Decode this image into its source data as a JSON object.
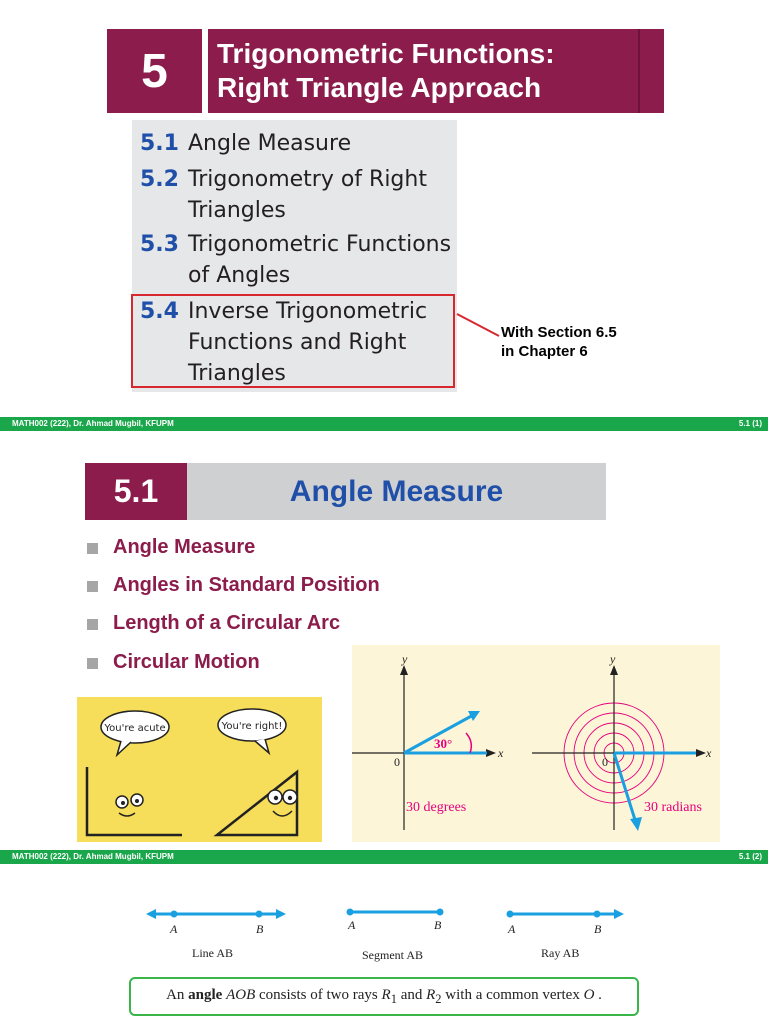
{
  "slide1": {
    "chapter_number": "5",
    "title_line1": "Trigonometric Functions:",
    "title_line2": "Right Triangle Approach",
    "toc": [
      {
        "num": "5.1",
        "lines": [
          "Angle Measure"
        ]
      },
      {
        "num": "5.2",
        "lines": [
          "Trigonometry of Right",
          "Triangles"
        ]
      },
      {
        "num": "5.3",
        "lines": [
          "Trigonometric Functions",
          "of Angles"
        ]
      },
      {
        "num": "5.4",
        "lines": [
          "Inverse Trigonometric",
          "Functions and Right",
          "Triangles"
        ]
      }
    ],
    "callout_line1": "With Section 6.5",
    "callout_line2": "in Chapter 6",
    "footer_left": "MATH002 (222),  Dr. Ahmad Mugbil, KFUPM",
    "footer_right": "5.1 (1)"
  },
  "slide2": {
    "section_number": "5.1",
    "title": "Angle Measure",
    "bullets": [
      "Angle Measure",
      "Angles in Standard Position",
      "Length of a Circular Arc",
      "Circular Motion"
    ],
    "cartoon": {
      "bubble_left": "You're acute",
      "bubble_right": "You're right!"
    },
    "graph": {
      "left": {
        "y": "y",
        "x": "x",
        "origin": "0",
        "angle": "30°",
        "caption": "30 degrees"
      },
      "right": {
        "y": "y",
        "x": "x",
        "origin": "0",
        "caption": "30 radians"
      }
    },
    "footer_left": "MATH002 (222),  Dr. Ahmad Mugbil, KFUPM",
    "footer_right": "5.1 (2)"
  },
  "slide3": {
    "figures": [
      {
        "caption": "Line AB",
        "a": "A",
        "b": "B"
      },
      {
        "caption": "Segment AB",
        "a": "A",
        "b": "B"
      },
      {
        "caption": "Ray AB",
        "a": "A",
        "b": "B"
      }
    ],
    "definition": {
      "pre": "An ",
      "bold": "angle",
      "name": "AOB",
      "mid": " consists of two rays ",
      "r1": "R",
      "sub1": "1",
      "and": " and ",
      "r2": "R",
      "sub2": "2",
      "post": " with a common vertex ",
      "vertex": "O",
      "end": " ."
    }
  },
  "colors": {
    "maroon": "#8b1c4b",
    "blue": "#1f4fa8",
    "green": "#1aa64a",
    "red": "#d7282f",
    "cyan": "#1aa0e0",
    "pink": "#e6007e"
  }
}
